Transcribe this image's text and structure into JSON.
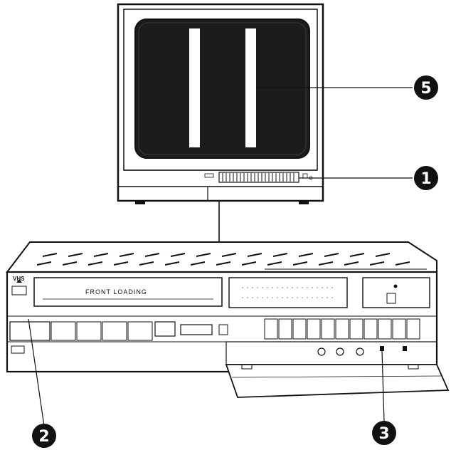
{
  "diagram": {
    "ink_color": "#111111",
    "paper_color": "#ffffff",
    "tv": {
      "screen_color": "#1c1c1c",
      "bar_color": "#ffffff"
    },
    "vcr": {
      "brand_label": "VHS",
      "cassette_label": "FRONT LOADING"
    },
    "callouts": [
      {
        "id": "callout-5",
        "number": "5"
      },
      {
        "id": "callout-1",
        "number": "1"
      },
      {
        "id": "callout-2",
        "number": "2"
      },
      {
        "id": "callout-3",
        "number": "3"
      }
    ]
  }
}
